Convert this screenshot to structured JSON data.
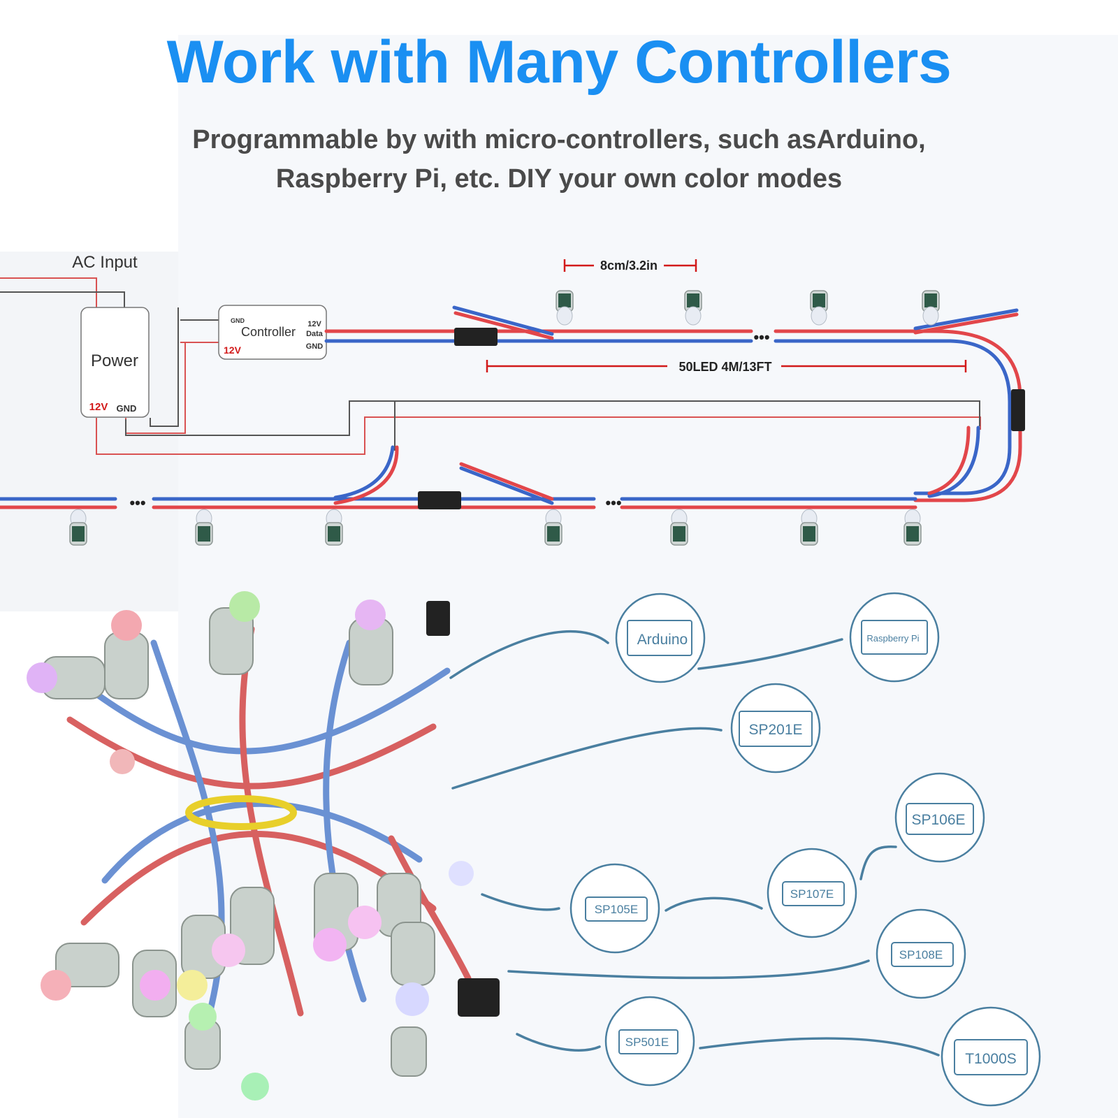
{
  "title": "Work with Many Controllers",
  "subtitle": {
    "line1": "Programmable by with micro-controllers, such asArduino,",
    "line2": "Raspberry Pi, etc. DIY your own color modes"
  },
  "wiring": {
    "ac_input": "AC Input",
    "power": "Power",
    "power_12v": "12V",
    "power_gnd": "GND",
    "controller": "Controller",
    "ctrl_gnd": "GND",
    "ctrl_12v_left": "12V",
    "ctrl_12v_right": "12V",
    "ctrl_data": "Data",
    "ctrl_gnd_right": "GND",
    "spacing": "8cm/3.2in",
    "length": "50LED 4M/13FT",
    "ellipsis": "•••"
  },
  "controllers": [
    {
      "id": "arduino",
      "label": "Arduino"
    },
    {
      "id": "raspberry-pi",
      "label": "Raspberry Pi"
    },
    {
      "id": "sp201e",
      "label": "SP201E"
    },
    {
      "id": "sp106e",
      "label": "SP106E"
    },
    {
      "id": "sp107e",
      "label": "SP107E"
    },
    {
      "id": "sp105e",
      "label": "SP105E"
    },
    {
      "id": "sp108e",
      "label": "SP108E"
    },
    {
      "id": "sp501e",
      "label": "SP501E"
    },
    {
      "id": "t1000s",
      "label": "T1000S"
    }
  ],
  "colors": {
    "title": "#1a8ff2",
    "wire_red": "#e2464a",
    "wire_blue": "#3a66c8",
    "circle": "#4a7fa0",
    "label_red": "#d21a1a"
  }
}
